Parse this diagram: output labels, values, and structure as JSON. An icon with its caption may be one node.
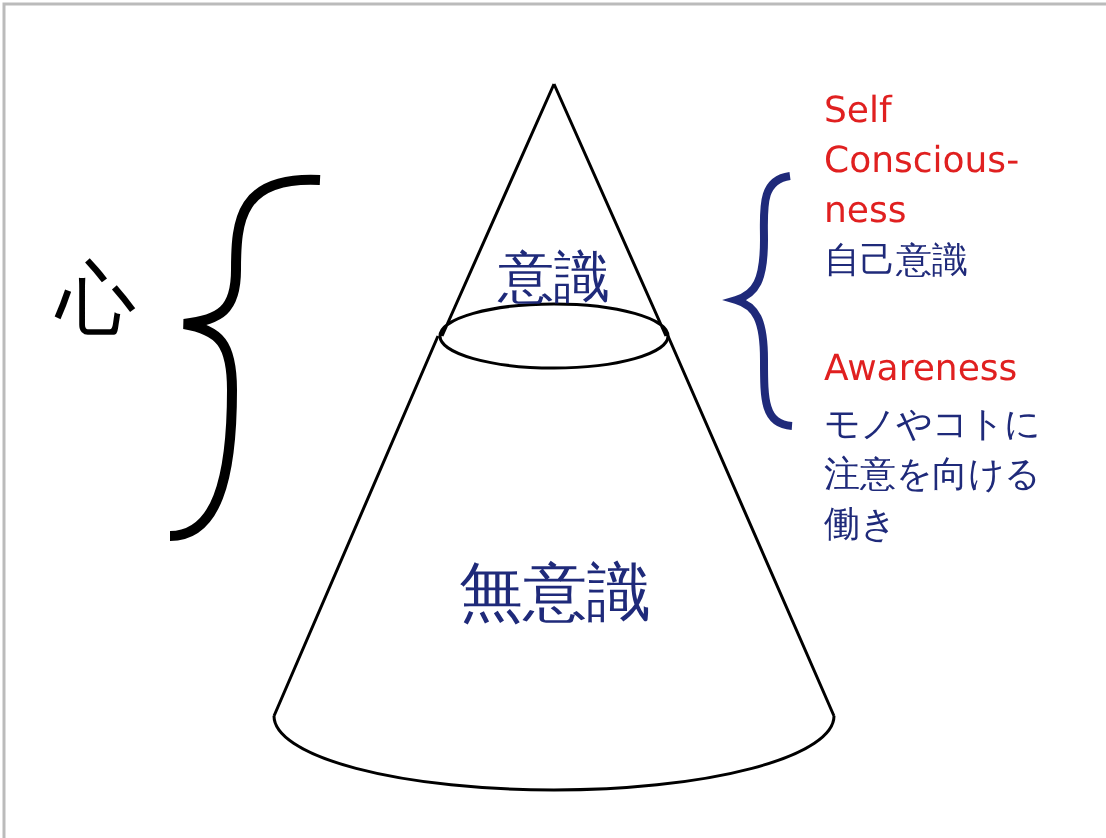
{
  "diagram": {
    "nodes": [
      {
        "text": [
          "意識"
        ]
      },
      {
        "text": [
          "無意識"
        ]
      }
    ],
    "labels": [
      "心",
      "Self Conscious-ness",
      "自己意識",
      "Awareness",
      "モノやコトに注意を向ける働き"
    ]
  }
}
